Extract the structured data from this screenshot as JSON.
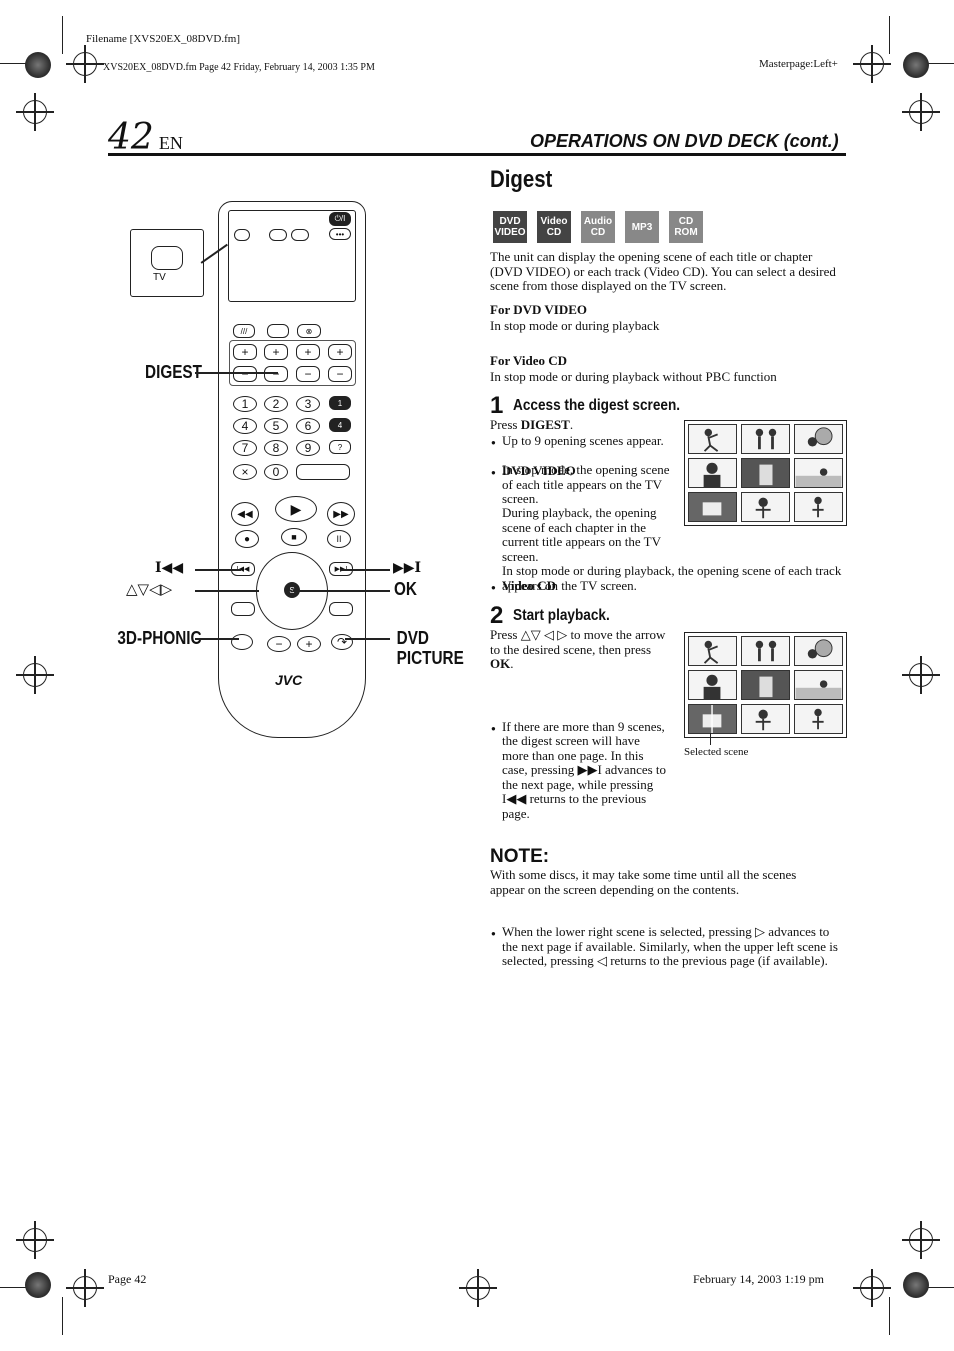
{
  "header": {
    "filename": "Filename [XVS20EX_08DVD.fm]",
    "fileinfo": "XVS20EX_08DVD.fm  Page 42  Friday, February 14, 2003  1:35 PM",
    "masterpage": "Masterpage:Left+"
  },
  "page": {
    "number": "42",
    "lang": "EN",
    "section": "OPERATIONS ON DVD DECK (cont.)"
  },
  "title": "Digest",
  "badges": [
    "DVD VIDEO",
    "Video CD",
    "Audio CD",
    "MP3",
    "CD ROM"
  ],
  "intro": "The unit can display the opening scene of each title or chapter (DVD VIDEO) or each track (Video CD). You can select a desired scene from those displayed on the TV screen.",
  "for_dvd": {
    "label": "For DVD VIDEO",
    "text": "In stop mode or during playback"
  },
  "for_vcd": {
    "label": "For Video CD",
    "text": "In stop mode or during playback without PBC function"
  },
  "step1": {
    "num": "1",
    "heading": "Access the digest screen.",
    "press_prefix": "Press ",
    "press_key": "DIGEST",
    "press_suffix": ".",
    "b1": "Up to 9 opening scenes appear.",
    "b2_label": "DVD VIDEO",
    "b2_text1": "In stop mode, the opening scene of each title appears on the TV screen.",
    "b2_text2": "During playback, the opening scene of each chapter in the current title appears on the TV screen.",
    "b3_label": "Video CD",
    "b3_text": "In stop mode or during playback, the opening scene of each track appears on the TV screen."
  },
  "step2": {
    "num": "2",
    "heading": "Start playback.",
    "press_prefix": "Press △▽ ◁ ▷ to move the arrow to the desired scene, then press ",
    "press_key": "OK",
    "press_suffix": ".",
    "b1": "If there are more than 9 scenes, the digest screen will have more than one page. In this case, pressing ▶▶I advances to the next page, while pressing I◀◀ returns to the previous page.",
    "b2": "When the lower right scene is selected, pressing ▷ advances to the next page if available. Similarly, when the upper left scene is selected, pressing ◁ returns to the previous page (if available).",
    "selected_caption": "Selected scene"
  },
  "note": {
    "heading": "NOTE:",
    "text": "With some discs, it may take some time until all the scenes appear on the screen depending on the contents."
  },
  "remote": {
    "labels": {
      "digest": "DIGEST",
      "prev": "I◀◀",
      "arrows": "△▽◁▷",
      "phonic": "3D-PHONIC",
      "next": "▶▶I",
      "ok": "OK",
      "dvd_picture": "DVD PICTURE"
    },
    "brand": "JVC",
    "tv_label": "TV",
    "power": "⏻/I",
    "digits": [
      "1",
      "2",
      "3",
      "4",
      "5",
      "6",
      "7",
      "8",
      "9",
      "×",
      "0"
    ]
  },
  "footer": {
    "page": "Page 42",
    "date": "February 14, 2003 1:19 pm"
  }
}
